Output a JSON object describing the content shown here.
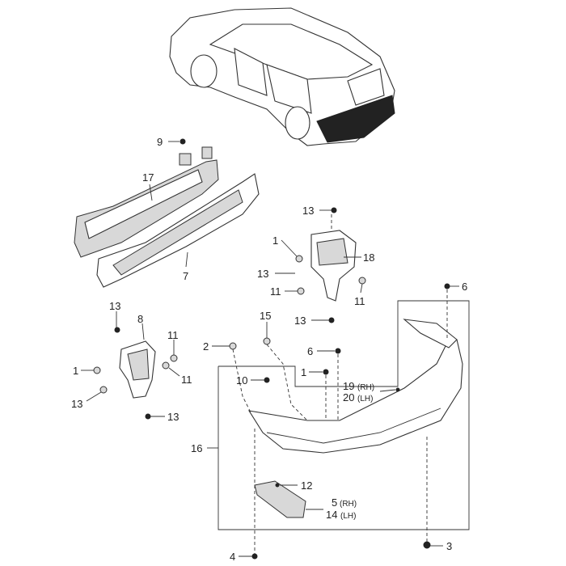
{
  "diagram": {
    "labels": {
      "l9": "9",
      "l17": "17",
      "l7": "7",
      "l13a": "13",
      "l1a": "1",
      "l18": "18",
      "l13b": "13",
      "l11a": "11",
      "l11b": "11",
      "l13c": "13",
      "l6a": "6",
      "l13d": "13",
      "l8": "8",
      "l11c": "11",
      "l1b": "1",
      "l11d": "11",
      "l13e": "13",
      "l13f": "13",
      "l2": "2",
      "l15": "15",
      "l6b": "6",
      "l10": "10",
      "l1c": "1",
      "l19": "19",
      "l19s": "(RH)",
      "l20": "20",
      "l20s": "(LH)",
      "l16": "16",
      "l12": "12",
      "l5": "5",
      "l5s": "(RH)",
      "l14": "14",
      "l14s": "(LH)",
      "l4": "4",
      "l3": "3"
    }
  }
}
